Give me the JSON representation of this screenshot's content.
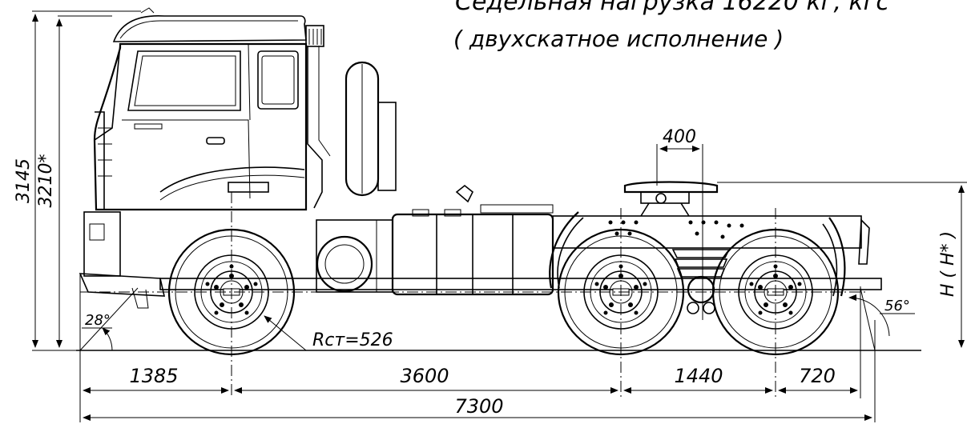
{
  "caption": {
    "line1": "Седельная нагрузка 16220 кг, кгс",
    "line2": "( двухскатное исполнение )"
  },
  "dimensions": {
    "height_main": "3145",
    "height_alt": "3210*",
    "saddle_offset": "400",
    "front_overhang": "1385",
    "wheelbase_front": "3600",
    "wheelbase_rear": "1440",
    "rear_overhang": "720",
    "total_length": "7300",
    "wheel_radius": "Rст=526",
    "approach_angle": "28°",
    "departure_angle": "56°",
    "saddle_height": "H ( H* )"
  }
}
